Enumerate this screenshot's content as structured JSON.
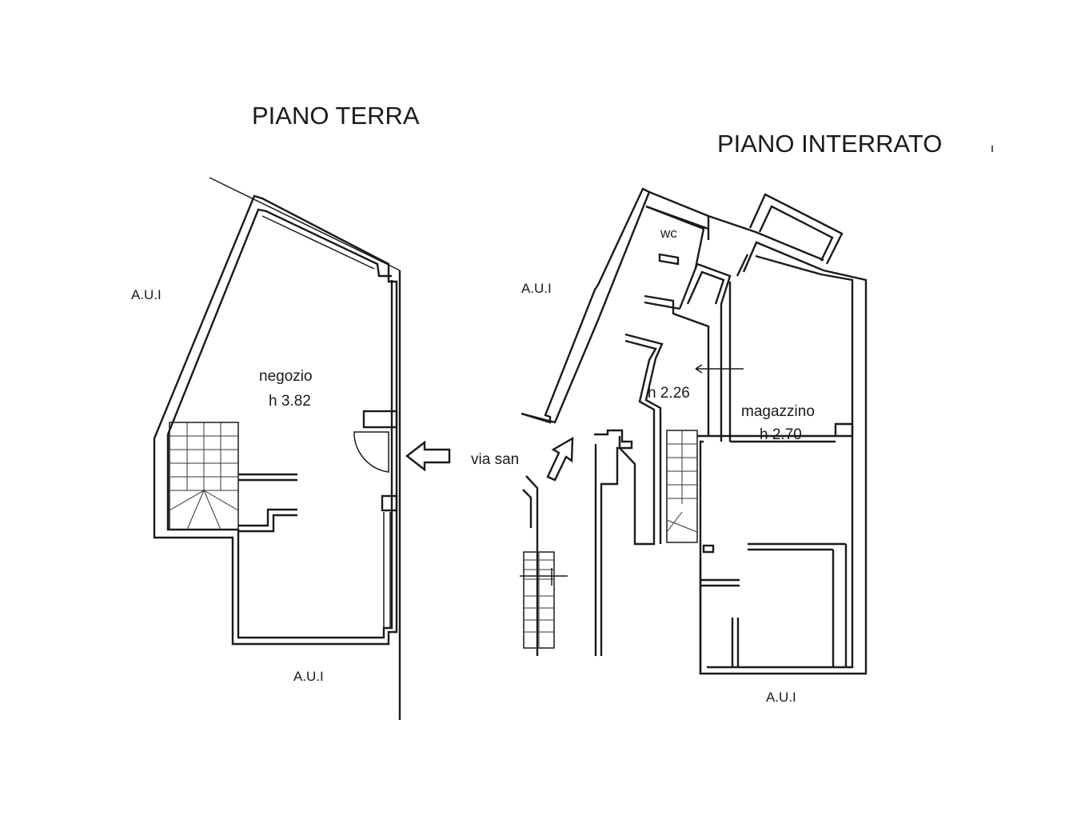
{
  "floors": {
    "ground": {
      "title": "PIANO TERRA",
      "room_name": "negozio",
      "room_height": "h 3.82",
      "aui_left": "A.U.I",
      "aui_bottom": "A.U.I"
    },
    "basement": {
      "title": "PIANO INTERRATO",
      "wc_label": "wc",
      "corridor_height": "h 2.26",
      "room_name": "magazzino",
      "room_height": "h 2.70",
      "aui_left": "A.U.I",
      "aui_bottom": "A.U.I"
    }
  },
  "street_label": "via san"
}
